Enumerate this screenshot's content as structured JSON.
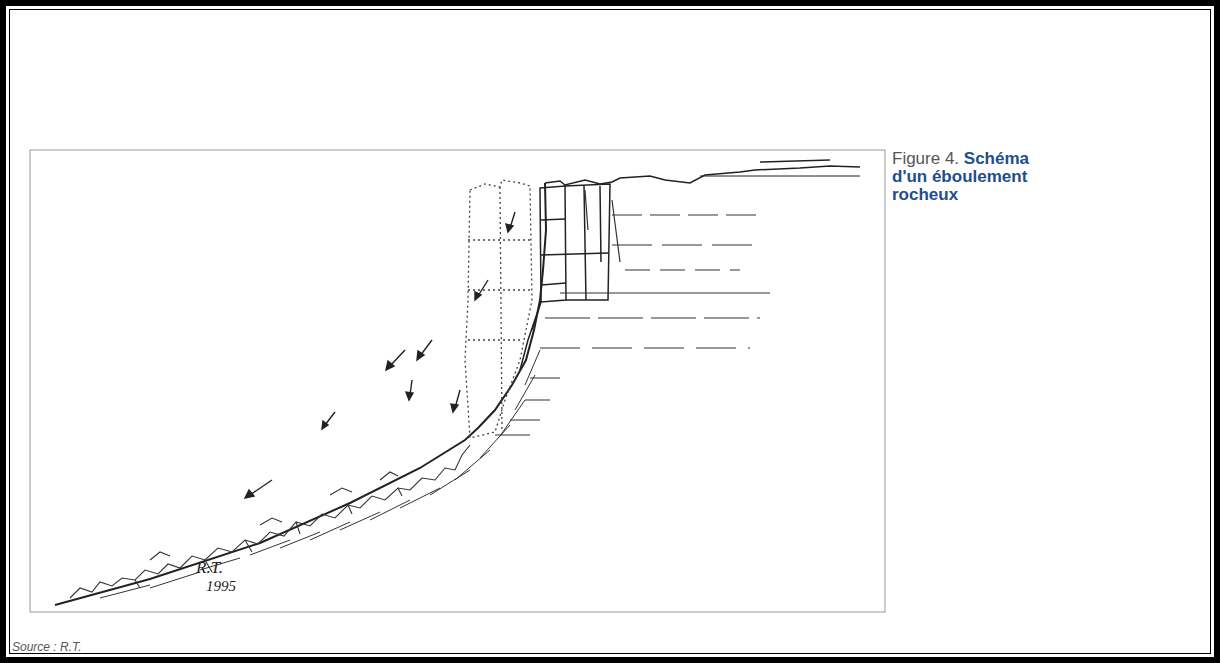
{
  "diagram": {
    "title": "Schéma d'un éboulement rocheux",
    "caption": "Figure 4.",
    "labels": [
      "R.T.",
      "1995",
      "Source : R.T."
    ]
  }
}
